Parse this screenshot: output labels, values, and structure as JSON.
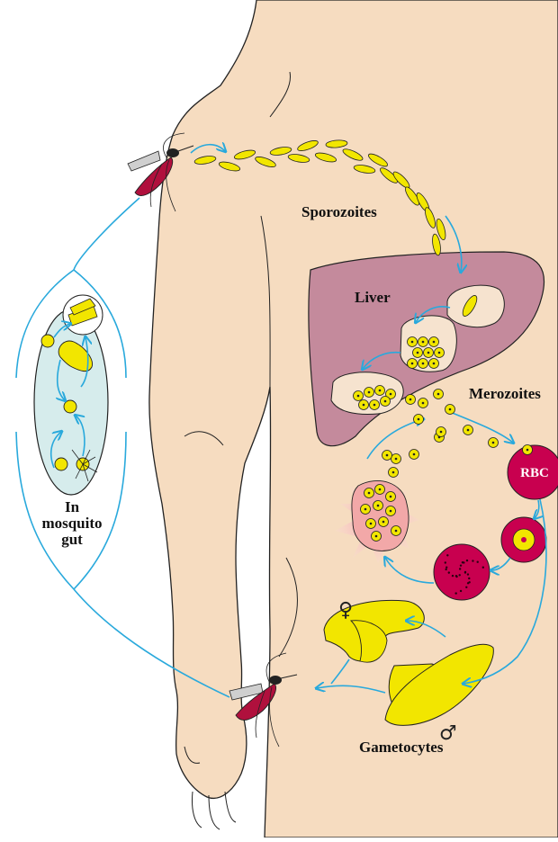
{
  "labels": {
    "sporozoites": "Sporozoites",
    "liver": "Liver",
    "merozoites": "Merozoites",
    "rbc": "RBC",
    "gametocytes": "Gametocytes",
    "gut_line1": "In",
    "gut_line2": "mosquito",
    "gut_line3": "gut"
  },
  "symbols": {
    "female": "♀",
    "male": "♂"
  },
  "colors": {
    "skin": "#f6dcc0",
    "skin_outline": "#222222",
    "liver": "#c48a9c",
    "parasite": "#f2e600",
    "cycle_arrow": "#29a9dc",
    "rbc": "#c8004f",
    "gut_fill": "#d6ecec",
    "mosquito_body": "#b0103d"
  }
}
